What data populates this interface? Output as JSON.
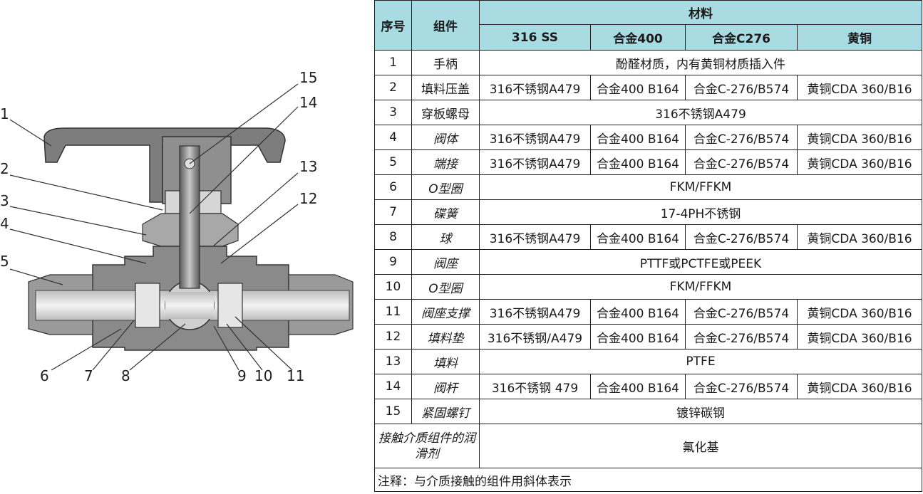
{
  "callouts": [
    "1",
    "2",
    "3",
    "4",
    "5",
    "6",
    "7",
    "8",
    "9",
    "10",
    "11",
    "12",
    "13",
    "14",
    "15"
  ],
  "table": {
    "header": {
      "no": "序号",
      "component": "组件",
      "material": "材料",
      "materials": [
        "316 SS",
        "合金400",
        "合金C276",
        "黄铜"
      ]
    },
    "rows": [
      {
        "no": "1",
        "name": "手柄",
        "italic": false,
        "span": "酚醛材质，内有黄铜材质插入件"
      },
      {
        "no": "2",
        "name": "填料压盖",
        "italic": false,
        "cells": [
          "316不锈钢A479",
          "合金400 B164",
          "合金C-276/B574",
          "黄铜CDA 360/B16"
        ]
      },
      {
        "no": "3",
        "name": "穿板螺母",
        "italic": false,
        "span": "316不锈钢A479"
      },
      {
        "no": "4",
        "name": "阀体",
        "italic": true,
        "cells": [
          "316不锈钢A479",
          "合金400 B164",
          "合金C-276/B574",
          "黄铜CDA 360/B16"
        ]
      },
      {
        "no": "5",
        "name": "端接",
        "italic": true,
        "cells": [
          "316不锈钢A479",
          "合金400 B164",
          "合金C-276/B574",
          "黄铜CDA 360/B16"
        ]
      },
      {
        "no": "6",
        "name": "O型圈",
        "italic": true,
        "span": "FKM/FFKM"
      },
      {
        "no": "7",
        "name": "碟簧",
        "italic": true,
        "span": "17-4PH不锈钢"
      },
      {
        "no": "8",
        "name": "球",
        "italic": true,
        "cells": [
          "316不锈钢A479",
          "合金400 B164",
          "合金C-276/B574",
          "黄铜CDA 360/B16"
        ]
      },
      {
        "no": "9",
        "name": "阀座",
        "italic": true,
        "span": "PTTF或PCTFE或PEEK"
      },
      {
        "no": "10",
        "name": "O型圈",
        "italic": true,
        "span": "FKM/FFKM"
      },
      {
        "no": "11",
        "name": "阀座支撑",
        "italic": true,
        "cells": [
          "316不锈钢A479",
          "合金400 B164",
          "合金C-276/B574",
          "黄铜CDA 360/B16"
        ]
      },
      {
        "no": "12",
        "name": "填料垫",
        "italic": true,
        "cells": [
          "316不锈钢/A479",
          "合金400 B164",
          "合金C-276/B574",
          "黄铜CDA 360/B16"
        ]
      },
      {
        "no": "13",
        "name": "填料",
        "italic": true,
        "span": "PTFE"
      },
      {
        "no": "14",
        "name": "阀杆",
        "italic": true,
        "cells": [
          "316不锈钢 479",
          "合金400 B164",
          "合金C-276/B574",
          "黄铜CDA 360/B16"
        ]
      },
      {
        "no": "15",
        "name": "紧固螺钉",
        "italic": true,
        "span": "镀锌碳钢"
      }
    ],
    "lubricant": {
      "label": "接触介质组件的润滑剂",
      "value": "氟化基"
    },
    "note": "注释：与介质接触的组件用斜体表示"
  },
  "colors": {
    "header_bg": "#a9dbe3",
    "metal": "#8a8a8a",
    "metal_light": "#d9d9d9",
    "handle": "#7d7d7d"
  }
}
